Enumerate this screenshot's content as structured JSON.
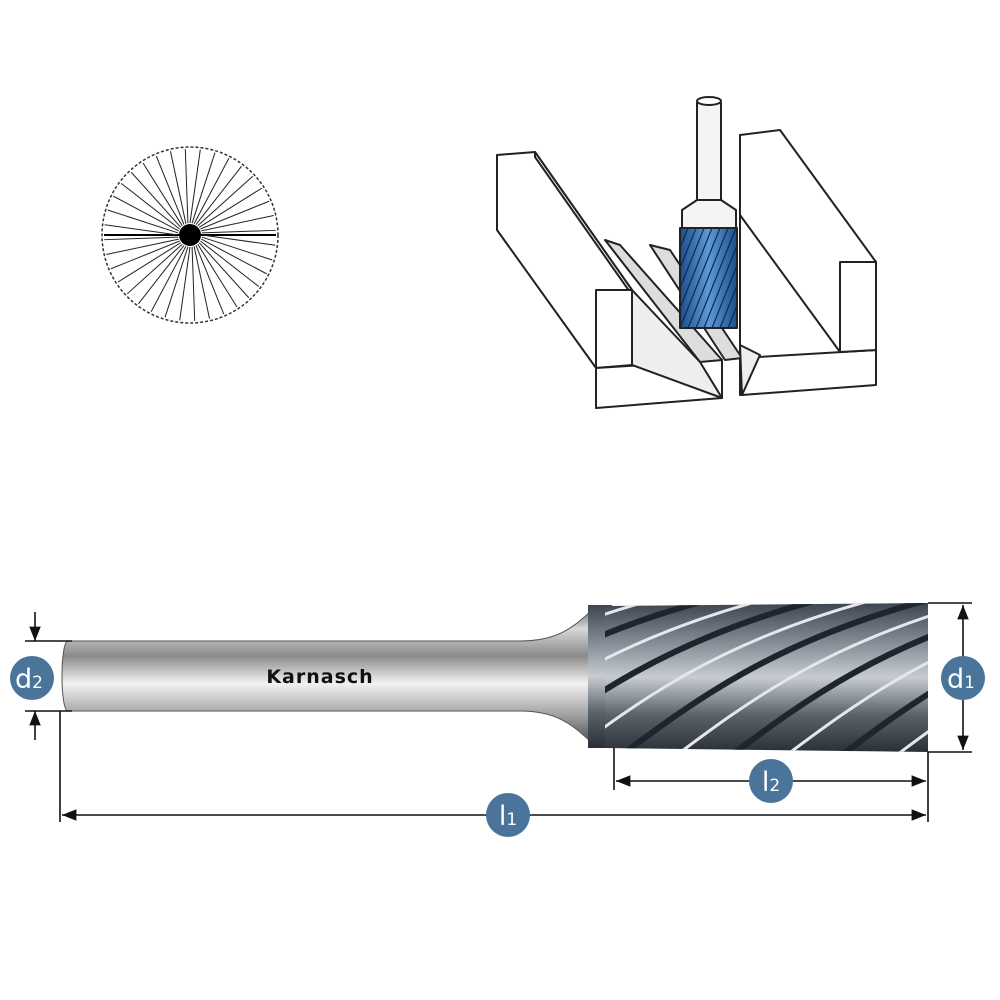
{
  "brand": "Karnasch",
  "labels": {
    "d1": {
      "main": "d",
      "sub": "1"
    },
    "d2": {
      "main": "d",
      "sub": "2"
    },
    "l1": {
      "main": "l",
      "sub": "1"
    },
    "l2": {
      "main": "l",
      "sub": "2"
    }
  },
  "colors": {
    "badge": "#4a7499",
    "burr_blue": "#2f6fb0",
    "line": "#1a1a1a"
  }
}
